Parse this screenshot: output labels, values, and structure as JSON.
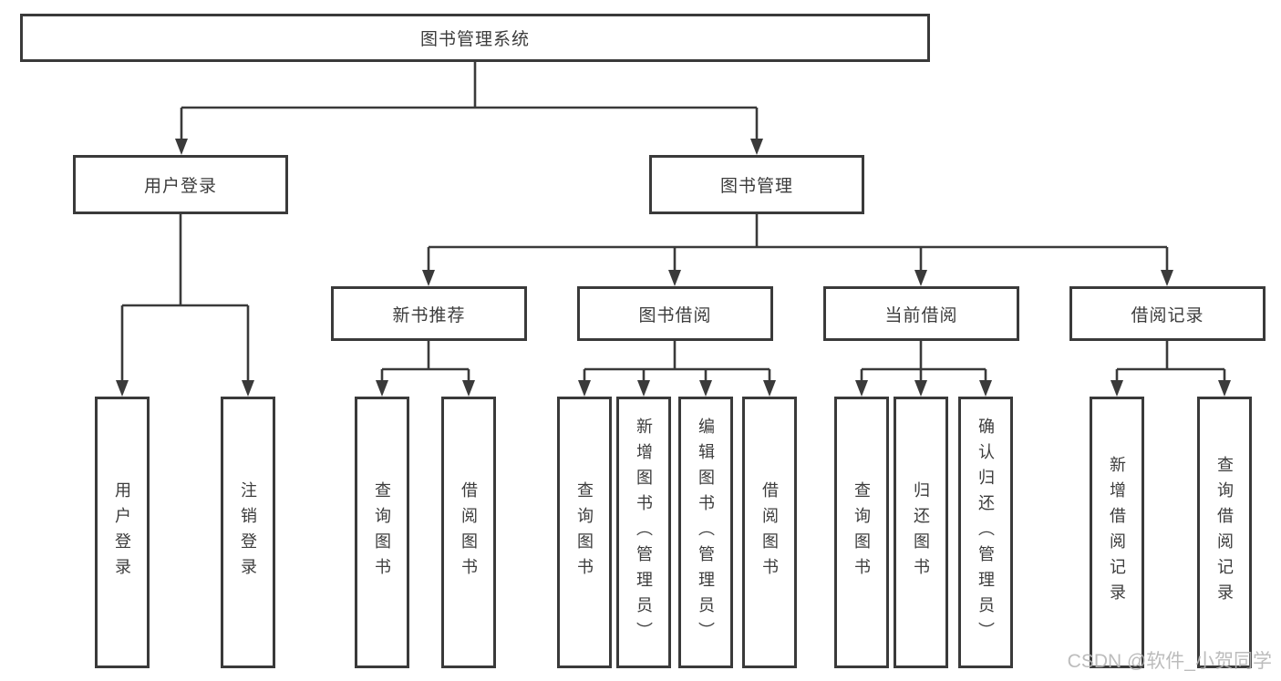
{
  "diagram": {
    "root": "图书管理系统",
    "level2": {
      "user_login": "用户登录",
      "book_mgmt": "图书管理"
    },
    "level3": {
      "new_books": "新书推荐",
      "book_borrow": "图书借阅",
      "current_borrow": "当前借阅",
      "borrow_records": "借阅记录"
    },
    "leaves": {
      "user_login_leaf": "用户登录",
      "logout": "注销登录",
      "nb_query_books": "查询图书",
      "nb_borrow_books": "借阅图书",
      "bb_query_books": "查询图书",
      "bb_add_books": "新增图书（管理员）",
      "bb_edit_books": "编辑图书（管理员）",
      "bb_borrow_books": "借阅图书",
      "cb_query_books": "查询图书",
      "cb_return_books": "归还图书",
      "cb_confirm_return": "确认归还（管理员）",
      "br_add_record": "新增借阅记录",
      "br_query_record": "查询借阅记录"
    }
  },
  "watermark": "CSDN @软件_小贺同学",
  "colors": {
    "line": "#3a3a3a",
    "watermark": "#b5b5b5"
  }
}
